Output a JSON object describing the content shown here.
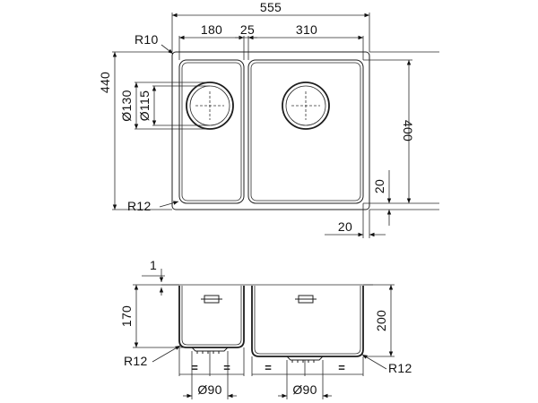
{
  "top_view": {
    "overall_width": "555",
    "overall_depth": "440",
    "left_bowl_width": "180",
    "divider_width": "25",
    "right_bowl_width": "310",
    "bowl_depth": "400",
    "corner_radius_outer": "R10",
    "corner_radius_inner": "R12",
    "drain_outer_diameter": "Ø130",
    "drain_inner_diameter": "Ø115",
    "offset_vertical": "20",
    "offset_horizontal": "20"
  },
  "section_view": {
    "rim_thickness": "1",
    "left_bowl_height": "170",
    "right_bowl_height": "200",
    "left_corner_radius": "R12",
    "right_corner_radius": "R12",
    "left_drain_diameter": "Ø90",
    "right_drain_diameter": "Ø90",
    "equal_mark": "="
  }
}
